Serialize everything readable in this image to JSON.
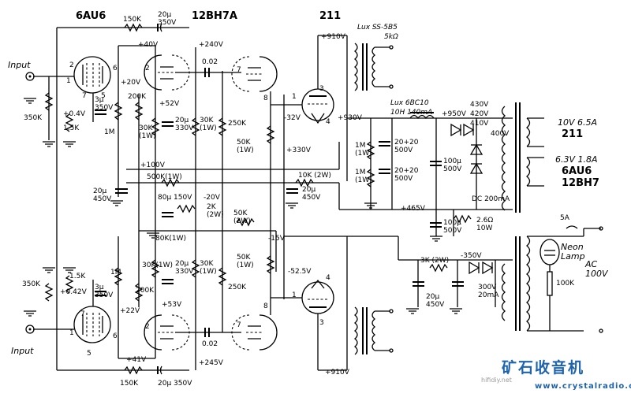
{
  "tubes": {
    "v1_top": "6AU6",
    "v2_top": "12BH7A",
    "v3_top": "211"
  },
  "inputs": {
    "top": "Input",
    "bottom": "Input"
  },
  "labels": {
    "r150k_top": "150K",
    "c20u350_top": "20μ 350V",
    "v40": "+40V",
    "v240": "+240V",
    "c002_top": "0.02",
    "v910_top": "+910V",
    "out_tr_top": "Lux SS-5B5",
    "out_tr_top_ohm": "5kΩ",
    "v20": "+20V",
    "v52_top": "+52V",
    "c3u350": "3μ 350V",
    "v04": "+0.4V",
    "r350k_top": "350K",
    "r15k_top": "1.5K",
    "r1m_top": "1M",
    "r200k_top": "200K",
    "r30k_top": "30K (1W)",
    "c20u330": "20μ 330V",
    "r30k1w_top": "30K (1W)",
    "r250k_top": "250K",
    "r50k_top": "50K (1W)",
    "v32": "-32V",
    "v930": "+930V",
    "choke": "Lux 6BC10",
    "choke_spec": "10H 140mA",
    "v950": "+950V",
    "tap430": "430V",
    "tap420": "420V",
    "tap410": "410V",
    "tap400": "400V",
    "fil211_v": "10V 6.5A",
    "fil211_tube": "211",
    "r1m1w_a": "1M (1W)",
    "c2020_a": "20+20 500V",
    "r1m1w_b": "1M (1W)",
    "c2020_b": "20+20 500V",
    "c100u500_a": "100μ 500V",
    "dc200": "DC 200mA",
    "fil_small_v": "6.3V 1.8A",
    "fil_small_t1": "6AU6",
    "fil_small_t2": "12BH7",
    "v330": "+330V",
    "v100": "+100V",
    "r500k1w": "500K(1W)",
    "r10k2w": "10K (2W)",
    "c20u450_a": "20μ 450V",
    "c20u450_mid": "20μ 450V",
    "c80u150": "80μ 150V",
    "v20neg": "-20V",
    "r2k2w": "2K (2W)",
    "r50k2w": "50K (2W)",
    "r80k1w": "80K(1W)",
    "v465": "+465V",
    "c100u500_b": "100μ 500V",
    "r26": "2.6Ω 10W",
    "fuse": "5A",
    "neon": "Neon Lamp",
    "ac": "AC 100V",
    "r100k_ps": "100K",
    "r3k2w": "3K (2W)",
    "v350neg": "-350V",
    "v15neg": "-15V",
    "v525neg": "-52.5V",
    "c20u450_b": "20μ 450V",
    "tr300": "300V 20mA",
    "r350k_bot": "350K",
    "r15k_bot": "1.5K",
    "v042": "+0.42V",
    "c3u350_b": "3μ 350V",
    "r1m_bot": "1M",
    "r200k_bot": "200K",
    "v22": "+22V",
    "r30k1w_b1": "30K(1W)",
    "c20u330_b": "20μ 330V",
    "r30k1w_b2": "30K (1W)",
    "r250k_bot": "250K",
    "r50k1w_bot": "50K (1W)",
    "v53": "+53V",
    "v41": "+41V",
    "v245": "+245V",
    "c002_bot": "0.02",
    "v910_bot": "+910V",
    "r150k_bot": "150K",
    "c20u350_bot": "20μ 350V"
  },
  "pins": {
    "p2": "2",
    "p1": "1",
    "p6": "6",
    "p7": "7",
    "p5": "5",
    "p3": "3",
    "p8": "8",
    "p4": "4"
  },
  "watermark": {
    "brand": "矿石收音机",
    "site": "www.crystalradio.cn",
    "bg": "hifidiy.net"
  }
}
